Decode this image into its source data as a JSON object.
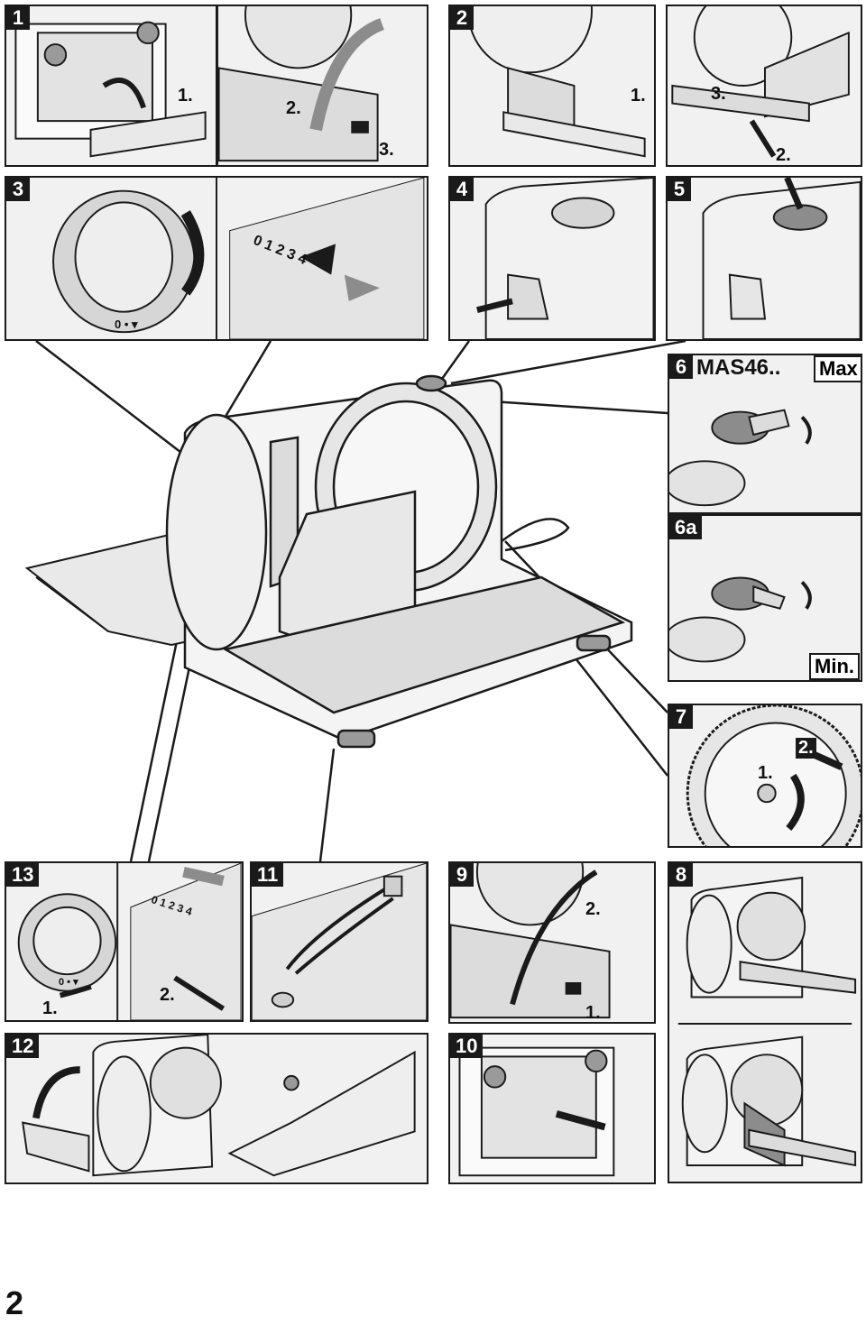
{
  "page_number": "2",
  "panels": {
    "p1": {
      "num": "1",
      "steps": [
        "1.",
        "2.",
        "3."
      ]
    },
    "p2": {
      "num": "2",
      "steps": [
        "1.",
        "3.",
        "2."
      ]
    },
    "p3": {
      "num": "3",
      "dial_text": "0 • ▾",
      "scale": "0 1 2 3 4"
    },
    "p4": {
      "num": "4"
    },
    "p5": {
      "num": "5"
    },
    "p6": {
      "num": "6",
      "model": "MAS46..",
      "tag": "Max"
    },
    "p6a": {
      "num": "6a",
      "tag": "Min."
    },
    "p7": {
      "num": "7",
      "steps": [
        "1.",
        "2."
      ]
    },
    "p8": {
      "num": "8"
    },
    "p9": {
      "num": "9",
      "steps": [
        "2.",
        "1."
      ]
    },
    "p10": {
      "num": "10"
    },
    "p11": {
      "num": "11"
    },
    "p12": {
      "num": "12"
    },
    "p13": {
      "num": "13",
      "steps": [
        "1.",
        "2."
      ],
      "dial_text": "0 • ▾",
      "scale": "0 1 2 3 4"
    }
  },
  "colors": {
    "line": "#1a1a1a",
    "panel_bg": "#f1f1f1",
    "grey_arrow": "#8c8c8c",
    "shade": "#cfcfcf"
  }
}
